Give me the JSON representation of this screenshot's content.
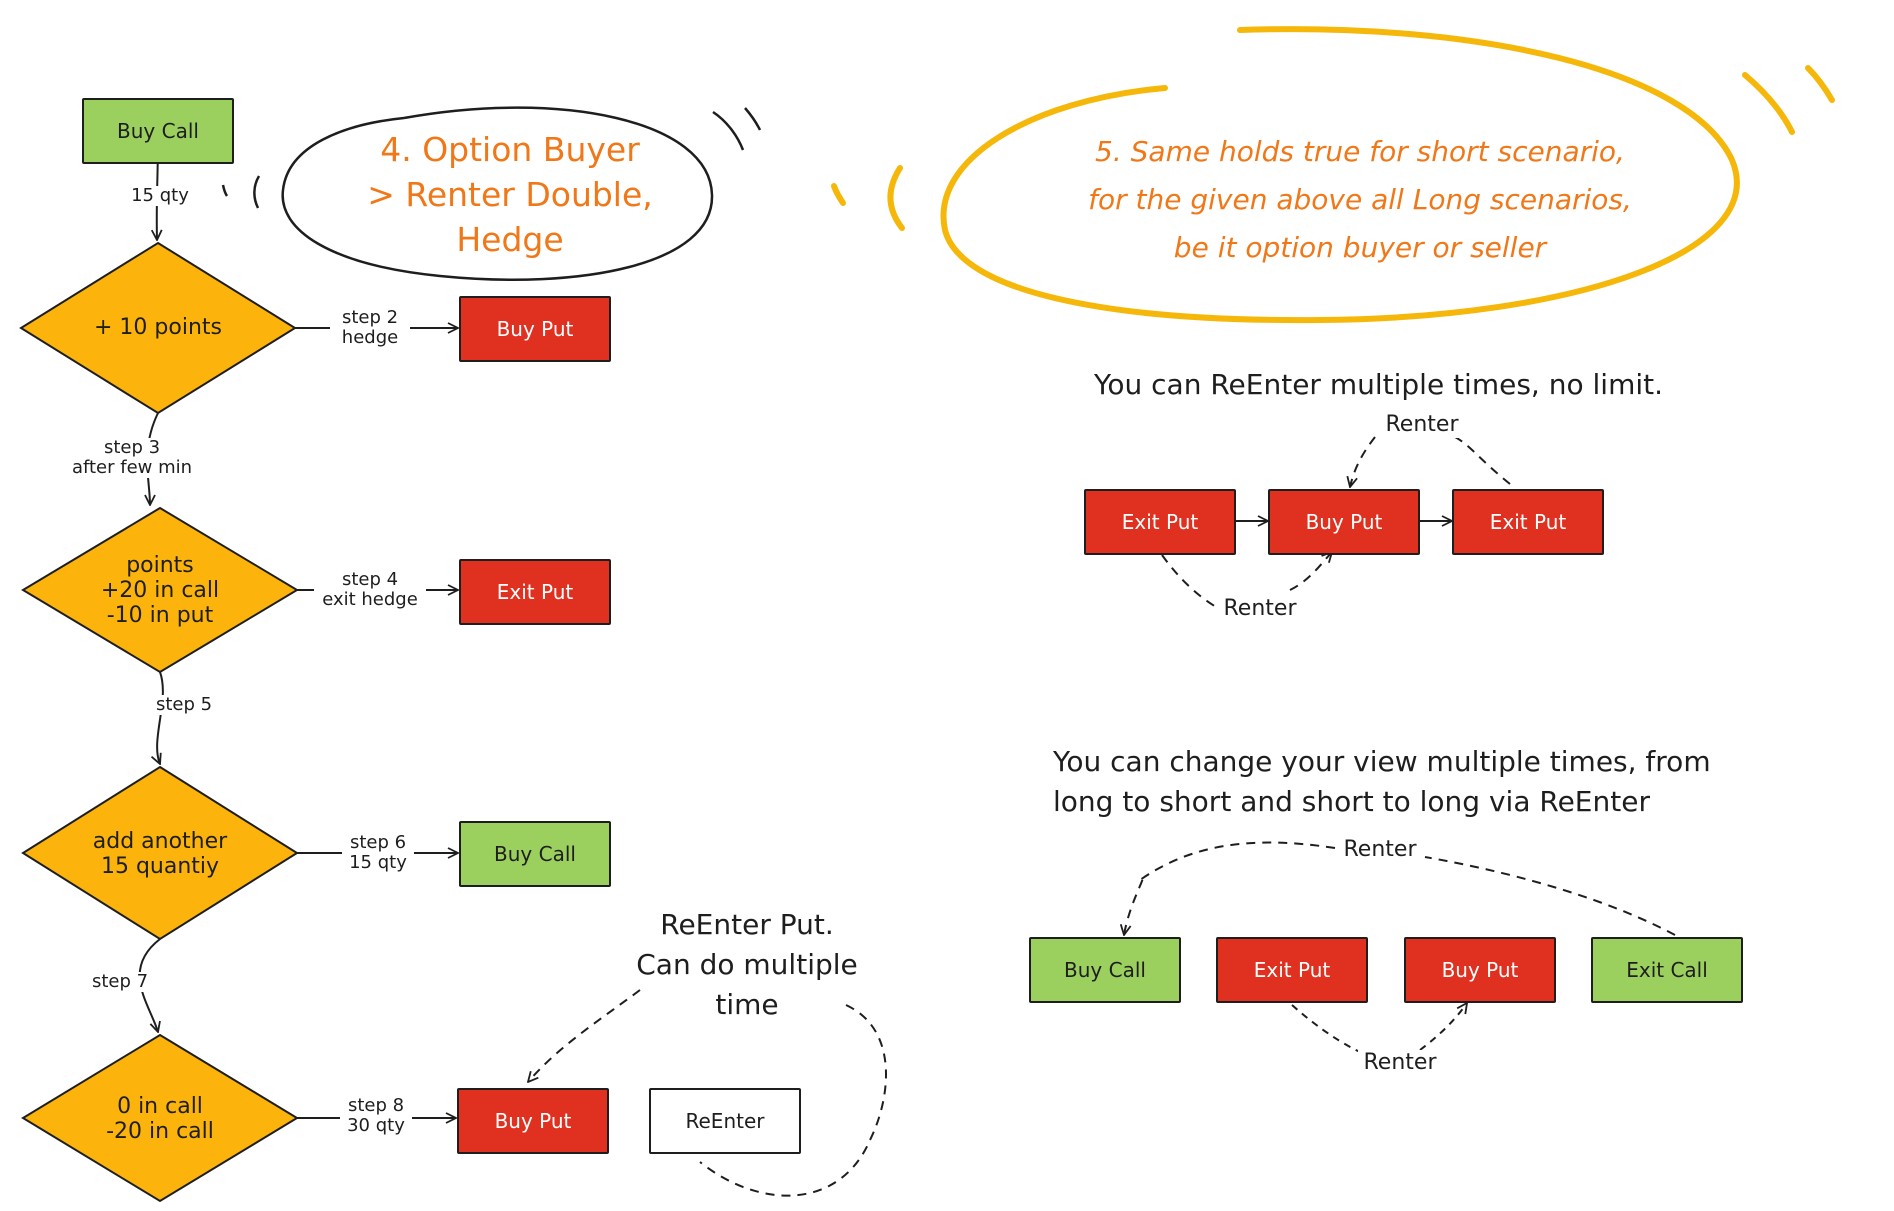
{
  "colors": {
    "green": "#9bd05f",
    "red": "#e03020",
    "decision": "#fcb40c",
    "note": "#f07818",
    "ellipse_yellow": "#f5b80a"
  },
  "flow": {
    "start": "Buy Call",
    "start_label": "15 qty",
    "decisions": [
      "+ 10 points",
      "points\n+20 in call\n-10 in put",
      "add another\n15 quantiy",
      "0 in call\n-20 in call"
    ],
    "step_down_labels": [
      "step 3\nafter few min",
      "step 5",
      "step 7"
    ],
    "step_right_labels": [
      "step 2\nhedge",
      "step 4\nexit hedge",
      "step 6\n15 qty",
      "step 8\n30 qty"
    ],
    "actions": [
      "Buy Put",
      "Exit Put",
      "Buy Call",
      "Buy Put"
    ],
    "reenter_box": "ReEnter",
    "reenter_note": "ReEnter Put.\nCan do multiple\ntime"
  },
  "note4": "4. Option Buyer\n> Renter Double,\nHedge",
  "note5": "5. Same holds true for short scenario,\nfor the given above all Long scenarios,\nbe it option buyer or seller",
  "reenter_section": {
    "title": "You can ReEnter multiple times, no limit.",
    "boxes": [
      "Exit Put",
      "Buy Put",
      "Exit Put"
    ],
    "top_label": "Renter",
    "bottom_label": "Renter"
  },
  "view_section": {
    "title": "You can change your view multiple times, from\nlong to short and short to long via ReEnter",
    "boxes": [
      "Buy Call",
      "Exit Put",
      "Buy Put",
      "Exit Call"
    ],
    "top_label": "Renter",
    "bottom_label": "Renter"
  }
}
